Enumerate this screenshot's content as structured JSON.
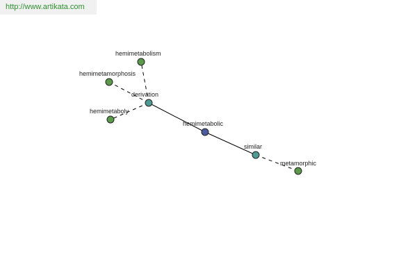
{
  "banner": {
    "url": "http://www.artikata.com"
  },
  "colors": {
    "background": "#ffffff",
    "banner_background": "#f1f1f1",
    "banner_text": "#2f8f2f",
    "edge": "#000000",
    "node_center": "#4a5a9a",
    "node_relation": "#4f9a94",
    "node_word": "#5a9a4a"
  },
  "graph": {
    "nodes": [
      {
        "id": "hemimetabolic",
        "label": "hemimetabolic",
        "kind": "center"
      },
      {
        "id": "derivation",
        "label": "derivation",
        "kind": "relation"
      },
      {
        "id": "similar",
        "label": "similar",
        "kind": "relation"
      },
      {
        "id": "hemimetabolism",
        "label": "hemimetabolism",
        "kind": "word"
      },
      {
        "id": "hemimetamorphosis",
        "label": "hemimetamorphosis",
        "kind": "word"
      },
      {
        "id": "hemimetaboly",
        "label": "hemimetaboly",
        "kind": "word"
      },
      {
        "id": "metamorphic",
        "label": "metamorphic",
        "kind": "word"
      }
    ],
    "edges": [
      {
        "from": "hemimetabolic",
        "to": "derivation",
        "style": "solid"
      },
      {
        "from": "hemimetabolic",
        "to": "similar",
        "style": "solid"
      },
      {
        "from": "derivation",
        "to": "hemimetabolism",
        "style": "dashed"
      },
      {
        "from": "derivation",
        "to": "hemimetamorphosis",
        "style": "dashed"
      },
      {
        "from": "derivation",
        "to": "hemimetaboly",
        "style": "dashed"
      },
      {
        "from": "similar",
        "to": "metamorphic",
        "style": "dashed"
      }
    ]
  }
}
